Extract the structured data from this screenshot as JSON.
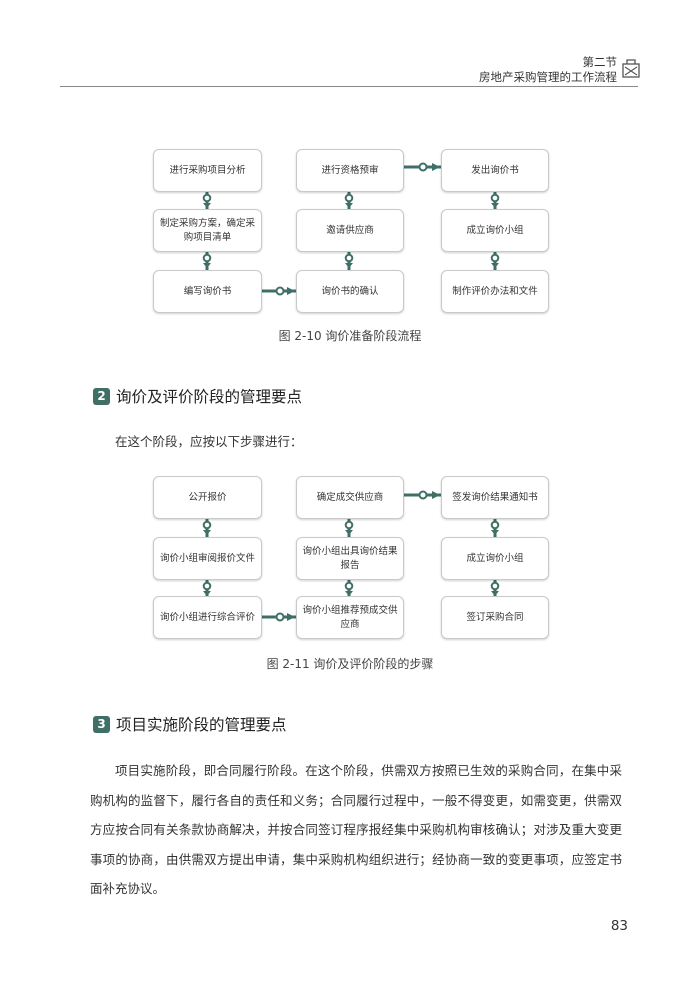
{
  "header": {
    "section": "第二节",
    "chapter": "房地产采购管理的工作流程"
  },
  "figure1": {
    "caption": "图 2-10 询价准备阶段流程",
    "boxes": {
      "c1r1": "进行采购项目分析",
      "c1r2": "制定采购方案，确定采购项目清单",
      "c1r3": "编写询价书",
      "c2r1": "进行资格预审",
      "c2r2": "邀请供应商",
      "c2r3": "询价书的确认",
      "c3r1": "发出询价书",
      "c3r2": "成立询价小组",
      "c3r3": "制作评价办法和文件"
    }
  },
  "section2": {
    "number": "2",
    "title": "询价及评价阶段的管理要点",
    "intro": "在这个阶段，应按以下步骤进行："
  },
  "figure2": {
    "caption": "图 2-11 询价及评价阶段的步骤",
    "boxes": {
      "c1r1": "公开报价",
      "c1r2": "询价小组审阅报价文件",
      "c1r3": "询价小组进行综合评价",
      "c2r1": "确定成交供应商",
      "c2r2": "询价小组出具询价结果报告",
      "c2r3": "询价小组推荐预成交供应商",
      "c3r1": "签发询价结果通知书",
      "c3r2": "成立询价小组",
      "c3r3": "签订采购合同"
    }
  },
  "section3": {
    "number": "3",
    "title": "项目实施阶段的管理要点",
    "paragraph": "项目实施阶段，即合同履行阶段。在这个阶段，供需双方按照已生效的采购合同，在集中采购机构的监督下，履行各自的责任和义务；合同履行过程中，一般不得变更，如需变更，供需双方应按合同有关条款协商解决，并按合同签订程序报经集中采购机构审核确认；对涉及重大变更事项的协商，由供需双方提出申请，集中采购机构组织进行；经协商一致的变更事项，应签定书面补充协议。"
  },
  "page_number": "83",
  "colors": {
    "accent": "#3f6f66",
    "box_border": "#c9c9c9"
  }
}
